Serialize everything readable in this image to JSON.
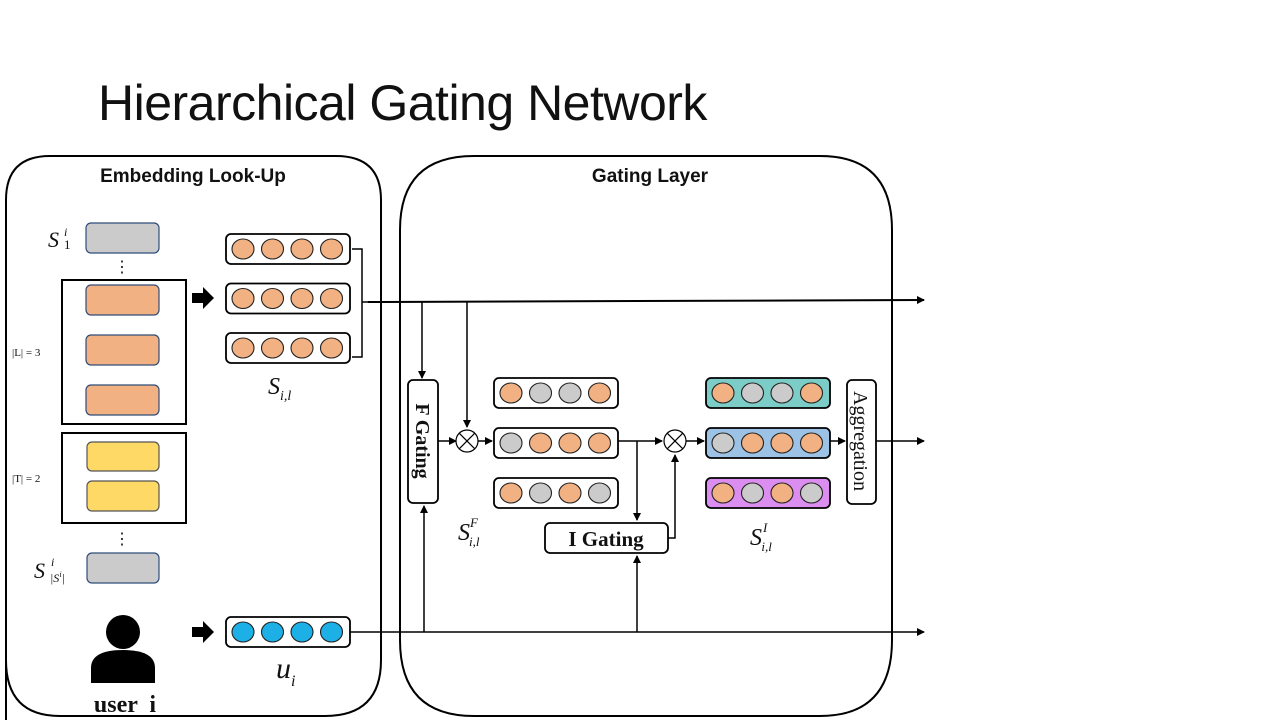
{
  "slide": {
    "title": "Hierarchical Gating Network"
  },
  "panels": {
    "embedding": {
      "title": "Embedding Look-Up"
    },
    "gating": {
      "title": "Gating Layer"
    }
  },
  "labels": {
    "s1_base": "S",
    "s1_sup": "i",
    "s1_sub": "1",
    "sn_base": "S",
    "sn_sup": "i",
    "sn_sub": "|S",
    "sn_sub_sup": "i",
    "sn_sub_end": "|",
    "L_group": "|L| = 3",
    "T_group": "|T| = 2",
    "vdots": "⋮",
    "sil_base": "S",
    "sil_sub": "i,l",
    "silF_base": "S",
    "silF_sup": "F",
    "silF_sub": "i,l",
    "silI_base": "S",
    "silI_sup": "I",
    "silI_sub": "i,l",
    "ui_base": "u",
    "ui_sub": "i",
    "user": "user  i",
    "f_gating": "F Gating",
    "i_gating": "I Gating",
    "aggregation": "Aggregation"
  },
  "colors": {
    "orange": "#f2b183",
    "gray": "#cbcbcb",
    "yellow": "#ffd966",
    "blue_node": "#1cb0e6",
    "teal_bg": "#7ccdc8",
    "blue_bg": "#9cc3e6",
    "purple_bg": "#dc8ef0",
    "item_border": "#2f4d7a"
  },
  "vectors": {
    "sil": [
      [
        "orange",
        "orange",
        "orange",
        "orange"
      ],
      [
        "orange",
        "orange",
        "orange",
        "orange"
      ],
      [
        "orange",
        "orange",
        "orange",
        "orange"
      ]
    ],
    "silF": [
      [
        "orange",
        "gray",
        "gray",
        "orange"
      ],
      [
        "gray",
        "orange",
        "orange",
        "orange"
      ],
      [
        "orange",
        "gray",
        "orange",
        "gray"
      ]
    ],
    "silI": [
      [
        "orange",
        "gray",
        "gray",
        "orange"
      ],
      [
        "gray",
        "orange",
        "orange",
        "orange"
      ],
      [
        "orange",
        "gray",
        "orange",
        "gray"
      ]
    ],
    "silI_bg": [
      "teal_bg",
      "blue_bg",
      "purple_bg"
    ],
    "ui": [
      "blue_node",
      "blue_node",
      "blue_node",
      "blue_node"
    ]
  }
}
